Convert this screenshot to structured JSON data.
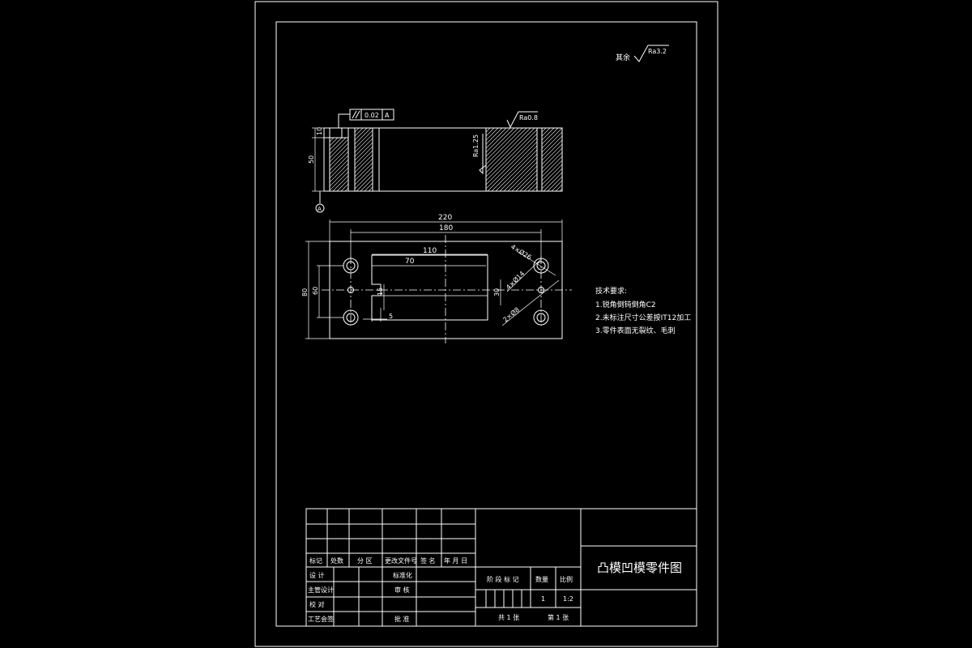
{
  "roughness_note": {
    "prefix": "其余",
    "value": "Ra3.2"
  },
  "section_view": {
    "tolerance_value": "0.02",
    "datum_ref": "A",
    "datum_label": "A",
    "roughness_top": "Ra0.8",
    "roughness_wall": "Ra1.25",
    "dim_top": "10",
    "dim_height": "50"
  },
  "plan_view": {
    "dim_overall_length": "220",
    "dim_hole_spacing": "180",
    "dim_slot_length": "110",
    "dim_step_length": "70",
    "dim_overall_width": "80",
    "dim_hole_rows": "60",
    "dim_step_depth": "15",
    "dim_slot_width": "30",
    "dim_offset": "5",
    "callout_counterbore": "4×Ø26",
    "callout_holes": "4×Ø14",
    "callout_pins": "2×Ø8"
  },
  "tech_requirements": {
    "heading": "技术要求:",
    "items": [
      "1.锐角倒钝倒角C2",
      "2.未标注尺寸公差按IT12加工",
      "3.零件表面无裂纹、毛刺"
    ]
  },
  "title_block": {
    "drawing_name": "凸模凹模零件图",
    "header_row": [
      "标记",
      "处数",
      "分 区",
      "更改文件号",
      "签 名",
      "年 月 日"
    ],
    "left_labels": [
      "设 计",
      "主管设计",
      "校 对",
      "工艺会签"
    ],
    "mid_labels": [
      "标准化",
      "审 核",
      "",
      "批 准"
    ],
    "stage_label": "阶 段 标 记",
    "weight_label": "数量",
    "scale_label": "比例",
    "quantity_value": "1",
    "scale_value": "1:2",
    "sheets_total": "共 1 张",
    "sheet_number": "第 1 张"
  }
}
